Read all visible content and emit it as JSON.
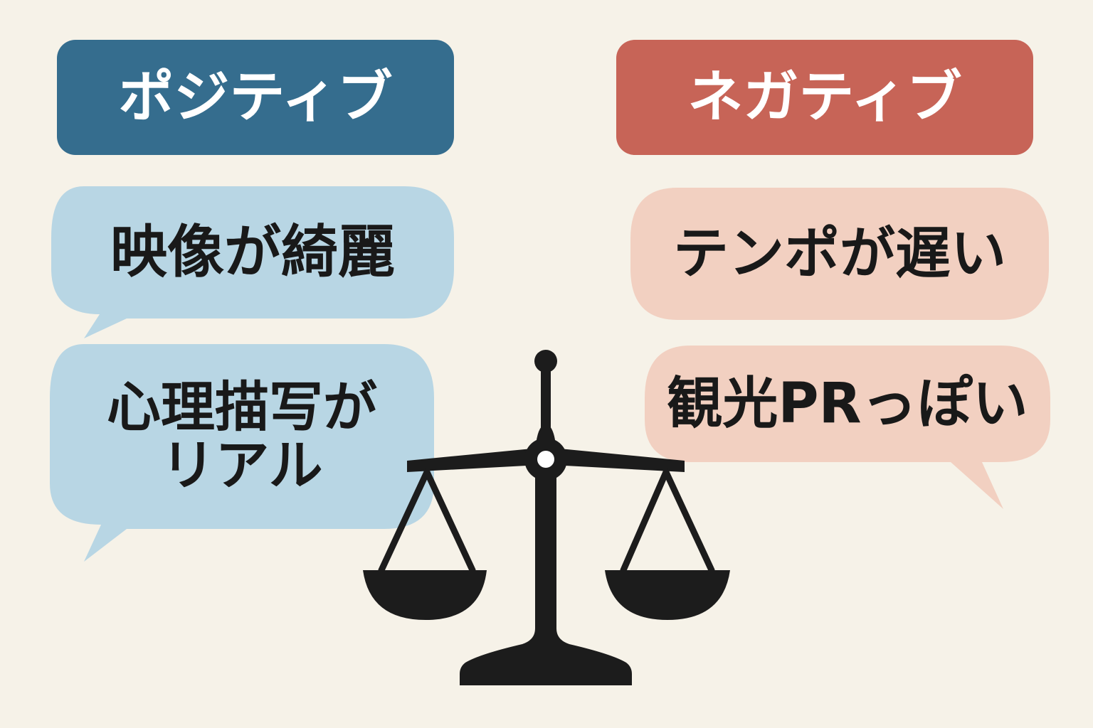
{
  "colors": {
    "background": "#f6f2e8",
    "positive_header": "#356d8e",
    "negative_header": "#c76457",
    "positive_bubble": "#b8d6e4",
    "negative_bubble": "#f2d0c1",
    "scale": "#1c1c1c"
  },
  "icons": {
    "scale": "balance-scale-icon"
  },
  "positive": {
    "header": "ポジティブ",
    "items": [
      {
        "text": "映像が綺麗"
      },
      {
        "text": "心理描写が\nリアル"
      }
    ]
  },
  "negative": {
    "header": "ネガティブ",
    "items": [
      {
        "text": "テンポが遅い"
      },
      {
        "text": "観光PRっぽい"
      }
    ]
  }
}
